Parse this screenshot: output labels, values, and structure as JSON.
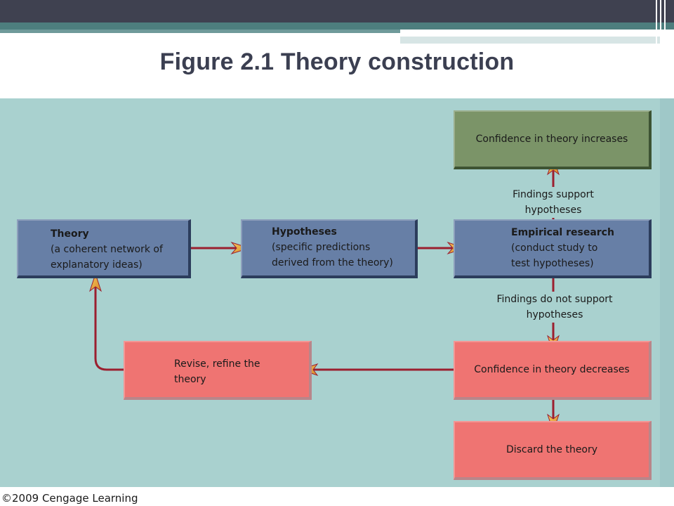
{
  "title": "Figure 2.1 Theory construction",
  "colors": {
    "box_blue": "#677fa6",
    "box_green": "#7b9468",
    "box_red": "#ef7472",
    "panel": "#a9d1cf",
    "arrow_line": "#9b1f2f",
    "arrow_head": "#e8a933"
  },
  "boxes": {
    "theory": {
      "head": "Theory",
      "lines": [
        "(a coherent network of",
        "explanatory ideas)"
      ]
    },
    "hypotheses": {
      "head": "Hypotheses",
      "lines": [
        "(specific predictions",
        "derived from the theory)"
      ]
    },
    "empirical": {
      "head": "Empirical research",
      "lines": [
        "(conduct study to",
        "test hypotheses)"
      ]
    },
    "confidence_up": "Confidence in theory increases",
    "confidence_down": "Confidence in theory decreases",
    "revise": [
      "Revise, refine the",
      "theory"
    ],
    "discard": "Discard the theory"
  },
  "labels": {
    "support": "Findings support hypotheses",
    "no_support": [
      "Findings do not support",
      "hypotheses"
    ]
  },
  "footer": "©2009 Cengage Learning"
}
